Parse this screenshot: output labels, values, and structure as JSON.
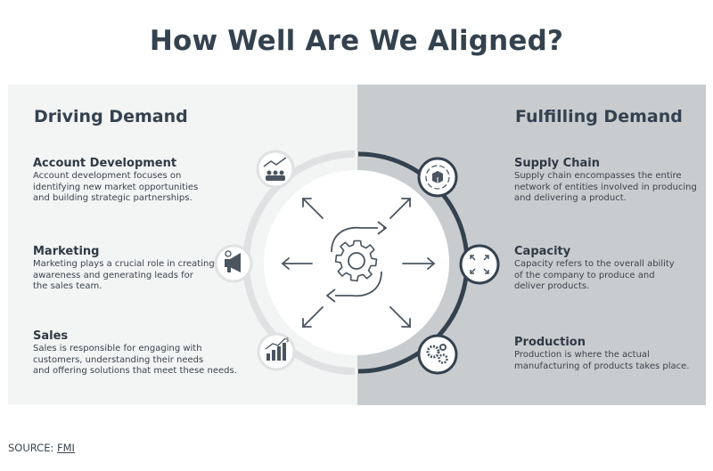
{
  "title": "How Well Are We Aligned?",
  "left": {
    "heading": "Driving Demand",
    "items": [
      {
        "title": "Account Development",
        "text": [
          "Account development focuses on",
          "identifying new market opportunities",
          "and building strategic partnerships."
        ],
        "icon": "growth-team-icon"
      },
      {
        "title": "Marketing",
        "text": [
          "Marketing plays a crucial role in creating",
          "awareness and generating leads for",
          "the sales team."
        ],
        "icon": "megaphone-icon"
      },
      {
        "title": "Sales",
        "text": [
          "Sales is responsible for engaging with",
          "customers, understanding their needs",
          "and offering solutions that meet these needs."
        ],
        "icon": "sales-chart-icon"
      }
    ]
  },
  "right": {
    "heading": "Fulfilling Demand",
    "items": [
      {
        "title": "Supply Chain",
        "text": [
          "Supply chain encompasses the entire",
          "network of entities involved in producing",
          "and delivering a product."
        ],
        "icon": "package-cycle-icon"
      },
      {
        "title": "Capacity",
        "text": [
          "Capacity refers to the overall ability",
          "of the company to produce and",
          "deliver products."
        ],
        "icon": "expand-arrows-icon"
      },
      {
        "title": "Production",
        "text": [
          "Production is where the actual",
          "manufacturing of products takes place."
        ],
        "icon": "gears-icon"
      }
    ]
  },
  "center_icon": "gear-cycle-icon",
  "source": {
    "label": "SOURCE:",
    "link": "FMI"
  },
  "colors": {
    "left_bg": "#f3f4f4",
    "right_bg": "#c9cccf",
    "title": "#34424f",
    "arc_dark": "#34424f",
    "arc_light": "#dfe1e3"
  }
}
